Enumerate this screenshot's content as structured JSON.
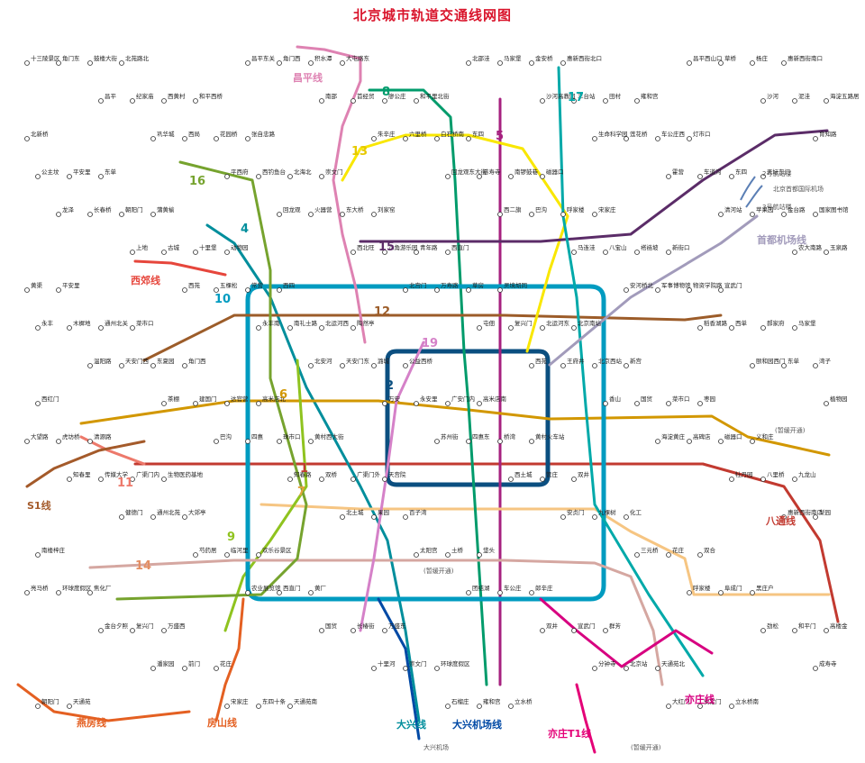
{
  "title": "北京城市轨道交通线网图",
  "lines": [
    {
      "id": "1",
      "label": "1",
      "color": "#c23a30",
      "label_color": "#c23a30"
    },
    {
      "id": "2",
      "label": "2",
      "color": "#0b4f80",
      "label_color": "#0b4f80"
    },
    {
      "id": "4",
      "label": "4",
      "color": "#008e9c",
      "label_color": "#008e9c"
    },
    {
      "id": "5",
      "label": "5",
      "color": "#a6217f",
      "label_color": "#a6217f"
    },
    {
      "id": "6",
      "label": "6",
      "color": "#d29700",
      "label_color": "#d29700"
    },
    {
      "id": "7",
      "label": "7",
      "color": "#f6c582",
      "label_color": "#e3a23c"
    },
    {
      "id": "8",
      "label": "8",
      "color": "#009b6b",
      "label_color": "#009b6b"
    },
    {
      "id": "9",
      "label": "9",
      "color": "#8fc31f",
      "label_color": "#8fc31f"
    },
    {
      "id": "10",
      "label": "10",
      "color": "#009bc0",
      "label_color": "#009bc0"
    },
    {
      "id": "11",
      "label": "11",
      "color": "#ed796b",
      "label_color": "#ed796b"
    },
    {
      "id": "12",
      "label": "12",
      "color": "#9c5c29",
      "label_color": "#9c5c29"
    },
    {
      "id": "13",
      "label": "13",
      "color": "#f9e700",
      "label_color": "#e6c800"
    },
    {
      "id": "14",
      "label": "14",
      "color": "#d5a7a1",
      "label_color": "#e38e63"
    },
    {
      "id": "15",
      "label": "15",
      "color": "#5b2c68",
      "label_color": "#5b2c68"
    },
    {
      "id": "16",
      "label": "16",
      "color": "#76a32e",
      "label_color": "#76a32e"
    },
    {
      "id": "17",
      "label": "17",
      "color": "#00a9a9",
      "label_color": "#00a9a9"
    },
    {
      "id": "19",
      "label": "19",
      "color": "#d581c8",
      "label_color": "#d581c8"
    },
    {
      "id": "changping",
      "label": "昌平线",
      "color": "#de82b2",
      "label_color": "#de82b2"
    },
    {
      "id": "xijiao",
      "label": "西郊线",
      "color": "#e6463c",
      "label_color": "#e6463c"
    },
    {
      "id": "s1",
      "label": "S1线",
      "color": "#a45a2a",
      "label_color": "#a45a2a"
    },
    {
      "id": "fangshan",
      "label": "房山线",
      "color": "#e46022",
      "label_color": "#e46022"
    },
    {
      "id": "yanfang",
      "label": "燕房线",
      "color": "#e46022",
      "label_color": "#e46022"
    },
    {
      "id": "daxing",
      "label": "大兴线",
      "color": "#008e9c",
      "label_color": "#008e9c"
    },
    {
      "id": "daxingairport",
      "label": "大兴机场线",
      "color": "#0049a5",
      "label_color": "#0049a5"
    },
    {
      "id": "yizhuang",
      "label": "亦庄线",
      "color": "#d70080",
      "label_color": "#d70080"
    },
    {
      "id": "yizhuangt1",
      "label": "亦庄T1线",
      "color": "#e40077",
      "label_color": "#e40077"
    },
    {
      "id": "batong",
      "label": "八通线",
      "color": "#c23a30",
      "label_color": "#c23a30"
    },
    {
      "id": "capitalairport",
      "label": "首都机场线",
      "color": "#a29bbb",
      "label_color": "#a29bbb"
    }
  ],
  "stations": [
    "十三陵景区",
    "昌平东关",
    "北邵洼",
    "昌平西山口",
    "昌平",
    "南邵",
    "沙河高教园",
    "沙河",
    "巩华城",
    "朱辛庄",
    "生命科学园",
    "育知路",
    "平西府",
    "回龙观东大街",
    "霍营",
    "龙泽",
    "回龙观",
    "西二旗",
    "清河站",
    "上地",
    "西北旺",
    "马连洼",
    "农大南路",
    "西苑",
    "北宫门",
    "安河桥北",
    "永丰",
    "永丰南",
    "屯佃",
    "稻香湖路",
    "温阳路",
    "北安河",
    "西苑",
    "颐和园西门",
    "茶棚",
    "万安",
    "香山",
    "植物园",
    "巴沟",
    "苏州街",
    "海淀黄庄",
    "知春里",
    "知春路",
    "西土城",
    "牡丹园",
    "健德门",
    "北土城",
    "安贞门",
    "惠新西街南口",
    "芍药居",
    "太阳宫",
    "三元桥",
    "亮马桥",
    "农业展览馆",
    "团结湖",
    "呼家楼",
    "金台夕照",
    "国贸",
    "双井",
    "劲松",
    "潘家园",
    "十里河",
    "分钟寺",
    "成寿寺",
    "宋家庄",
    "石榴庄",
    "大红门",
    "角门东",
    "角门西",
    "马家堡",
    "草桥",
    "纪家庙",
    "首经贸",
    "丰台站",
    "泥洼",
    "西局",
    "六里桥",
    "莲花桥",
    "公主坟",
    "西钓鱼台",
    "慈寿寺",
    "车道沟",
    "长春桥",
    "火器营",
    "巴沟",
    "苹果园",
    "古城",
    "八角游乐园",
    "八宝山",
    "玉泉路",
    "五棵松",
    "万寿路",
    "军事博物馆",
    "木樨地",
    "南礼士路",
    "复兴门",
    "西单",
    "天安门西",
    "天安门东",
    "王府井",
    "东单",
    "建国门",
    "永安里",
    "国贸",
    "大望路",
    "四惠",
    "四惠东",
    "高碑店",
    "传媒大学",
    "双桥",
    "管庄",
    "八里桥",
    "通州北苑",
    "果园",
    "九棵树",
    "梨园",
    "临河里",
    "土桥",
    "花庄",
    "环球度假区",
    "西直门",
    "车公庄",
    "阜成门",
    "复兴门",
    "长椿街",
    "宣武门",
    "和平门",
    "前门",
    "崇文门",
    "北京站",
    "朝阳门",
    "东四十条",
    "雍和宫",
    "安定门",
    "鼓楼大街",
    "积水潭",
    "金安桥",
    "杨庄",
    "西黄村",
    "廖公庄",
    "田村",
    "海淀五路居",
    "花园桥",
    "白石桥南",
    "车公庄西",
    "平安里",
    "北海北",
    "南锣鼓巷",
    "东四",
    "朝阳门",
    "东大桥",
    "呼家楼",
    "金台路",
    "十里堡",
    "青年路",
    "褡裢坡",
    "黄渠",
    "常营",
    "草房",
    "物资学院路",
    "通州北关",
    "北运河西",
    "北运河东",
    "郝家府",
    "东夏园",
    "潞城",
    "北京西站",
    "湾子",
    "达官营",
    "广安门内",
    "菜市口",
    "虎坊桥",
    "珠市口",
    "桥湾",
    "磁器口",
    "广渠门内",
    "广渠门外",
    "双井",
    "九龙山",
    "大郊亭",
    "百子湾",
    "化工",
    "南楼梓庄",
    "欢乐谷景区",
    "垡头",
    "双合",
    "焦化厂",
    "黄厂",
    "郎辛庄",
    "黑庄户",
    "万盛西",
    "万盛东",
    "群芳",
    "高楼金",
    "花庄",
    "环球度假区",
    "天通苑北",
    "天通苑",
    "天通苑南",
    "立水桥",
    "立水桥南",
    "北苑路北",
    "大屯路东",
    "惠新西街北口",
    "惠新西街南口",
    "和平西桥",
    "和平里北街",
    "雍和宫",
    "北新桥",
    "张自忠路",
    "东四",
    "灯市口",
    "东单",
    "崇文门",
    "磁器口",
    "天坛东门",
    "蒲黄榆",
    "刘家窑",
    "宋家庄",
    "国家图书馆",
    "动物园",
    "西直门",
    "新街口",
    "平安里",
    "西四",
    "灵境胡同",
    "宣武门",
    "菜市口",
    "陶然亭",
    "北京南站",
    "马家堡",
    "角门西",
    "公益西桥",
    "新宫",
    "西红门",
    "高米店北",
    "高米店南",
    "枣园",
    "清源路",
    "黄村西大街",
    "黄村火车站",
    "义和庄",
    "生物医药基地",
    "天宫院"
  ],
  "map_labels": {
    "changping": "昌平线",
    "xijiao": "西郊线",
    "s1": "S1线",
    "fangshan": "房山线",
    "yanfang": "燕房线",
    "daxing": "大兴线",
    "daxingairport": "大兴机场线",
    "yizhuang": "亦庄线",
    "yizhuangt1": "亦庄T1线",
    "batong": "八通线",
    "capitalairport": "首都机场线",
    "terminal2": "2号航站楼",
    "terminal3": "3号航站楼",
    "capital_airport_station": "北京首都国际机场",
    "daxing_airport_station": "大兴机场",
    "pending1": "(暂缓开通)",
    "pending2": "(暂缓开通)",
    "pending3": "(暂缓开通)"
  }
}
